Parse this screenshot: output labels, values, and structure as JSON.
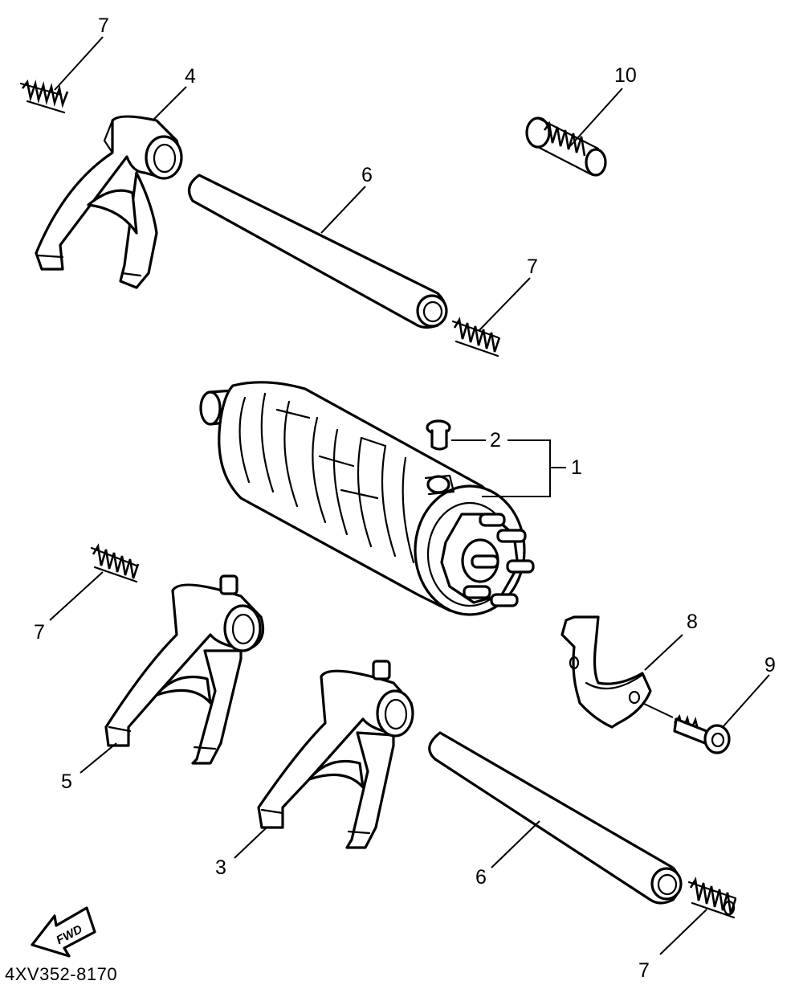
{
  "diagram": {
    "diagram_code": "4XV352-8170",
    "forward_marker": "FWD",
    "callouts": {
      "spring_top_left": "7",
      "fork_top_left": "4",
      "spring_top_right": "10",
      "guide_bar_top": "6",
      "spring_mid_right": "7",
      "pin": "2",
      "drum_assembly": "1",
      "spring_mid_left": "7",
      "stopper_plate": "8",
      "bolt": "9",
      "fork_left": "5",
      "fork_center": "3",
      "guide_bar_bottom": "6",
      "spring_bottom_right": "7"
    }
  }
}
